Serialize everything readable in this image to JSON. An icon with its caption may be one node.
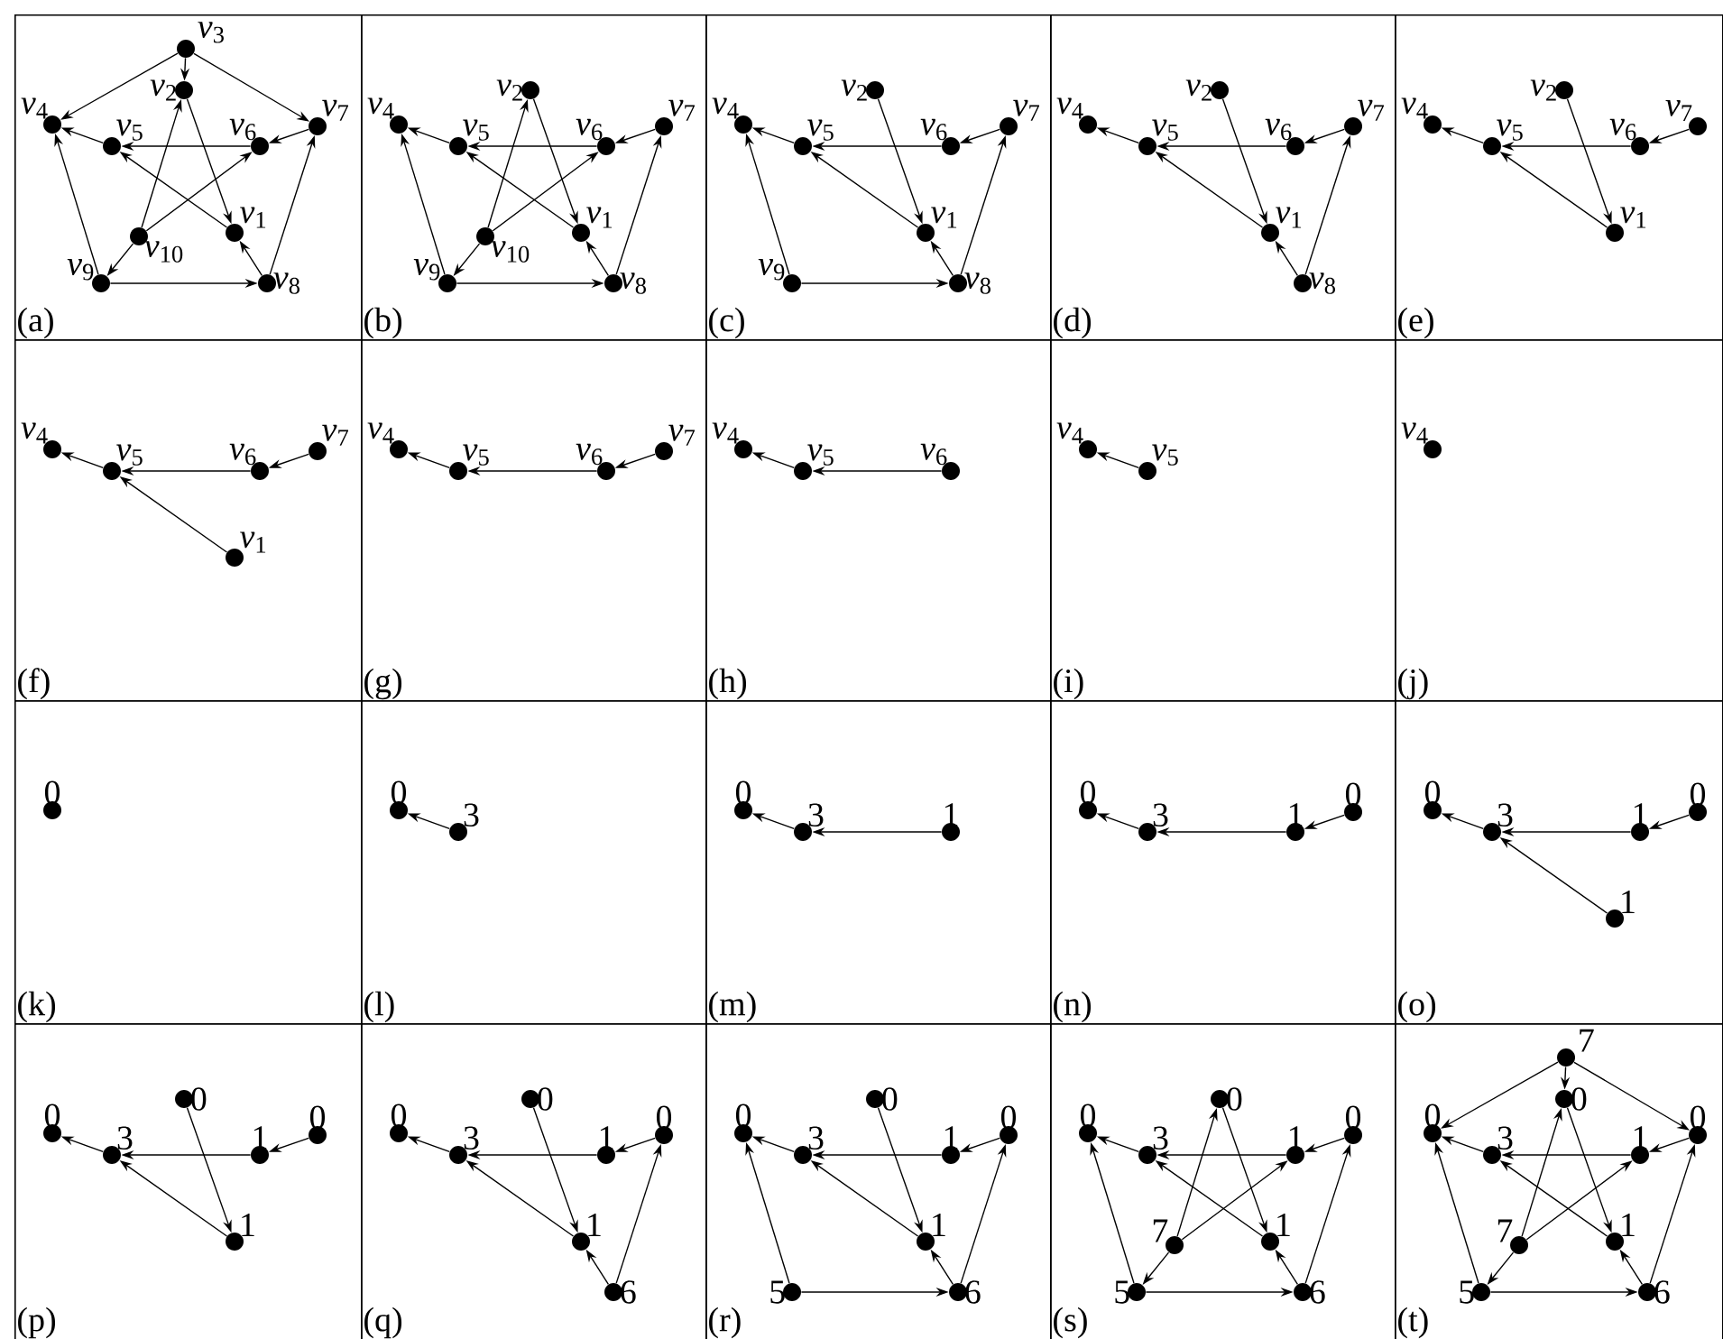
{
  "diagram": {
    "nodes": [
      {
        "text": [
          "(a)"
        ]
      },
      {
        "text": [
          "*v*$_{3}$"
        ],
        "in": 0
      },
      {
        "text": [
          "*v*$_{2}$"
        ],
        "in": 0
      },
      {
        "text": [
          "*v*$_{4}$"
        ],
        "in": 0
      },
      {
        "text": [
          "*v*$_{5}$"
        ],
        "in": 0
      },
      {
        "text": [
          "*v*$_{6}$"
        ],
        "in": 0
      },
      {
        "text": [
          "*v*$_{7}$"
        ],
        "in": 0
      },
      {
        "text": [
          "*v*$_{1}$"
        ],
        "in": 0
      },
      {
        "text": [
          "*v*$_{10}$"
        ],
        "in": 0
      },
      {
        "text": [
          "*v*$_{9}$"
        ],
        "in": 0
      },
      {
        "text": [
          "*v*$_{8}$"
        ],
        "in": 0
      },
      {
        "text": [
          "(b)"
        ]
      },
      {
        "text": [
          "*v*$_{2}$"
        ],
        "in": 11
      },
      {
        "text": [
          "*v*$_{4}$"
        ],
        "in": 11
      },
      {
        "text": [
          "*v*$_{5}$"
        ],
        "in": 11
      },
      {
        "text": [
          "*v*$_{6}$"
        ],
        "in": 11
      },
      {
        "text": [
          "*v*$_{7}$"
        ],
        "in": 11
      },
      {
        "text": [
          "*v*$_{1}$"
        ],
        "in": 11
      },
      {
        "text": [
          "*v*$_{10}$"
        ],
        "in": 11
      },
      {
        "text": [
          "*v*$_{9}$"
        ],
        "in": 11
      },
      {
        "text": [
          "*v*$_{8}$"
        ],
        "in": 11
      },
      {
        "text": [
          "(c)"
        ]
      },
      {
        "text": [
          "*v*$_{2}$"
        ],
        "in": 21
      },
      {
        "text": [
          "*v*$_{4}$"
        ],
        "in": 21
      },
      {
        "text": [
          "*v*$_{5}$"
        ],
        "in": 21
      },
      {
        "text": [
          "*v*$_{6}$"
        ],
        "in": 21
      },
      {
        "text": [
          "*v*$_{7}$"
        ],
        "in": 21
      },
      {
        "text": [
          "*v*$_{1}$"
        ],
        "in": 21
      },
      {
        "text": [
          "*v*$_{9}$"
        ],
        "in": 21
      },
      {
        "text": [
          "*v*$_{8}$"
        ],
        "in": 21
      },
      {
        "text": [
          "(d)"
        ]
      },
      {
        "text": [
          "*v*$_{2}$"
        ],
        "in": 30
      },
      {
        "text": [
          "*v*$_{4}$"
        ],
        "in": 30
      },
      {
        "text": [
          "*v*$_{5}$"
        ],
        "in": 30
      },
      {
        "text": [
          "*v*$_{6}$"
        ],
        "in": 30
      },
      {
        "text": [
          "*v*$_{7}$"
        ],
        "in": 30
      },
      {
        "text": [
          "*v*$_{1}$"
        ],
        "in": 30
      },
      {
        "text": [
          "*v*$_{8}$"
        ],
        "in": 30
      },
      {
        "text": [
          "(e)"
        ]
      },
      {
        "text": [
          "*v*$_{2}$"
        ],
        "in": 38
      },
      {
        "text": [
          "*v*$_{4}$"
        ],
        "in": 38
      },
      {
        "text": [
          "*v*$_{5}$"
        ],
        "in": 38
      },
      {
        "text": [
          "*v*$_{6}$"
        ],
        "in": 38
      },
      {
        "text": [
          "*v*$_{7}$"
        ],
        "in": 38
      },
      {
        "text": [
          "*v*$_{1}$"
        ],
        "in": 38
      },
      {
        "text": [
          "(f)"
        ]
      },
      {
        "text": [
          "*v*$_{4}$"
        ],
        "in": 45
      },
      {
        "text": [
          "*v*$_{5}$"
        ],
        "in": 45
      },
      {
        "text": [
          "*v*$_{6}$"
        ],
        "in": 45
      },
      {
        "text": [
          "*v*$_{7}$"
        ],
        "in": 45
      },
      {
        "text": [
          "*v*$_{1}$"
        ],
        "in": 45
      },
      {
        "text": [
          "(g)"
        ]
      },
      {
        "text": [
          "*v*$_{4}$"
        ],
        "in": 51
      },
      {
        "text": [
          "*v*$_{5}$"
        ],
        "in": 51
      },
      {
        "text": [
          "*v*$_{6}$"
        ],
        "in": 51
      },
      {
        "text": [
          "*v*$_{7}$"
        ],
        "in": 51
      },
      {
        "text": [
          "(h)"
        ]
      },
      {
        "text": [
          "*v*$_{4}$"
        ],
        "in": 56
      },
      {
        "text": [
          "*v*$_{5}$"
        ],
        "in": 56
      },
      {
        "text": [
          "*v*$_{6}$"
        ],
        "in": 56
      },
      {
        "text": [
          "(i)"
        ]
      },
      {
        "text": [
          "*v*$_{4}$"
        ],
        "in": 60
      },
      {
        "text": [
          "*v*$_{5}$"
        ],
        "in": 60
      },
      {
        "text": [
          "(j)"
        ]
      },
      {
        "text": [
          "*v*$_{4}$"
        ],
        "in": 63
      },
      {
        "text": [
          "(k)"
        ]
      },
      {
        "text": [
          "0"
        ],
        "in": 65
      },
      {
        "text": [
          "(l)"
        ]
      },
      {
        "text": [
          "0"
        ],
        "in": 67
      },
      {
        "text": [
          "3"
        ],
        "in": 67
      },
      {
        "text": [
          "(m)"
        ]
      },
      {
        "text": [
          "0"
        ],
        "in": 70
      },
      {
        "text": [
          "3"
        ],
        "in": 70
      },
      {
        "text": [
          "1"
        ],
        "in": 70
      },
      {
        "text": [
          "(n)"
        ]
      },
      {
        "text": [
          "0"
        ],
        "in": 74
      },
      {
        "text": [
          "3"
        ],
        "in": 74
      },
      {
        "text": [
          "1"
        ],
        "in": 74
      },
      {
        "text": [
          "0"
        ],
        "in": 74
      },
      {
        "text": [
          "(o)"
        ]
      },
      {
        "text": [
          "0"
        ],
        "in": 79
      },
      {
        "text": [
          "3"
        ],
        "in": 79
      },
      {
        "text": [
          "1"
        ],
        "in": 79
      },
      {
        "text": [
          "0"
        ],
        "in": 79
      },
      {
        "text": [
          "1"
        ],
        "in": 79
      },
      {
        "text": [
          "(p)"
        ]
      },
      {
        "text": [
          "0"
        ],
        "in": 85
      },
      {
        "text": [
          "0"
        ],
        "in": 85
      },
      {
        "text": [
          "3"
        ],
        "in": 85
      },
      {
        "text": [
          "1"
        ],
        "in": 85
      },
      {
        "text": [
          "0"
        ],
        "in": 85
      },
      {
        "text": [
          "1"
        ],
        "in": 85
      },
      {
        "text": [
          "(q)"
        ]
      },
      {
        "text": [
          "0"
        ],
        "in": 92
      },
      {
        "text": [
          "0"
        ],
        "in": 92
      },
      {
        "text": [
          "3"
        ],
        "in": 92
      },
      {
        "text": [
          "1"
        ],
        "in": 92
      },
      {
        "text": [
          "0"
        ],
        "in": 92
      },
      {
        "text": [
          "1"
        ],
        "in": 92
      },
      {
        "text": [
          "6"
        ],
        "in": 92
      },
      {
        "text": [
          "(r)"
        ]
      },
      {
        "text": [
          "0"
        ],
        "in": 100
      },
      {
        "text": [
          "0"
        ],
        "in": 100
      },
      {
        "text": [
          "3"
        ],
        "in": 100
      },
      {
        "text": [
          "1"
        ],
        "in": 100
      },
      {
        "text": [
          "0"
        ],
        "in": 100
      },
      {
        "text": [
          "1"
        ],
        "in": 100
      },
      {
        "text": [
          "5"
        ],
        "in": 100
      },
      {
        "text": [
          "6"
        ],
        "in": 100
      },
      {
        "text": [
          "(s)"
        ]
      },
      {
        "text": [
          "0"
        ],
        "in": 109
      },
      {
        "text": [
          "0"
        ],
        "in": 109
      },
      {
        "text": [
          "3"
        ],
        "in": 109
      },
      {
        "text": [
          "1"
        ],
        "in": 109
      },
      {
        "text": [
          "0"
        ],
        "in": 109
      },
      {
        "text": [
          "1"
        ],
        "in": 109
      },
      {
        "text": [
          "7"
        ],
        "in": 109
      },
      {
        "text": [
          "5"
        ],
        "in": 109
      },
      {
        "text": [
          "6"
        ],
        "in": 109
      },
      {
        "text": [
          "(t)"
        ]
      },
      {
        "text": [
          "7"
        ],
        "in": 119
      },
      {
        "text": [
          "0"
        ],
        "in": 119
      },
      {
        "text": [
          "0"
        ],
        "in": 119
      },
      {
        "text": [
          "3"
        ],
        "in": 119
      },
      {
        "text": [
          "1"
        ],
        "in": 119
      },
      {
        "text": [
          "0"
        ],
        "in": 119
      },
      {
        "text": [
          "1"
        ],
        "in": 119
      },
      {
        "text": [
          "7"
        ],
        "in": 119
      },
      {
        "text": [
          "5"
        ],
        "in": 119
      },
      {
        "text": [
          "6"
        ],
        "in": 119
      }
    ],
    "edges": [
      {
        "from": 1,
        "to": 3,
        "arrow": "to"
      },
      {
        "from": 1,
        "to": 2,
        "arrow": "to"
      },
      {
        "from": 1,
        "to": 6,
        "arrow": "to"
      },
      {
        "from": 2,
        "to": 7,
        "arrow": "to"
      },
      {
        "from": 8,
        "to": 2,
        "arrow": "to"
      },
      {
        "from": 4,
        "to": 3,
        "arrow": "to"
      },
      {
        "from": 5,
        "to": 4,
        "arrow": "to"
      },
      {
        "from": 6,
        "to": 5,
        "arrow": "to"
      },
      {
        "from": 7,
        "to": 4,
        "arrow": "to"
      },
      {
        "from": 8,
        "to": 5,
        "arrow": "to"
      },
      {
        "from": 8,
        "to": 9,
        "arrow": "to"
      },
      {
        "from": 9,
        "to": 3,
        "arrow": "to"
      },
      {
        "from": 9,
        "to": 10,
        "arrow": "to"
      },
      {
        "from": 10,
        "to": 7,
        "arrow": "to"
      },
      {
        "from": 10,
        "to": 6,
        "arrow": "to"
      },
      {
        "from": 12,
        "to": 17,
        "arrow": "to"
      },
      {
        "from": 18,
        "to": 12,
        "arrow": "to"
      },
      {
        "from": 14,
        "to": 13,
        "arrow": "to"
      },
      {
        "from": 15,
        "to": 14,
        "arrow": "to"
      },
      {
        "from": 16,
        "to": 15,
        "arrow": "to"
      },
      {
        "from": 17,
        "to": 14,
        "arrow": "to"
      },
      {
        "from": 18,
        "to": 15,
        "arrow": "to"
      },
      {
        "from": 18,
        "to": 19,
        "arrow": "to"
      },
      {
        "from": 19,
        "to": 13,
        "arrow": "to"
      },
      {
        "from": 19,
        "to": 20,
        "arrow": "to"
      },
      {
        "from": 20,
        "to": 17,
        "arrow": "to"
      },
      {
        "from": 20,
        "to": 16,
        "arrow": "to"
      },
      {
        "from": 22,
        "to": 27,
        "arrow": "to"
      },
      {
        "from": 24,
        "to": 23,
        "arrow": "to"
      },
      {
        "from": 25,
        "to": 24,
        "arrow": "to"
      },
      {
        "from": 26,
        "to": 25,
        "arrow": "to"
      },
      {
        "from": 27,
        "to": 24,
        "arrow": "to"
      },
      {
        "from": 28,
        "to": 23,
        "arrow": "to"
      },
      {
        "from": 28,
        "to": 29,
        "arrow": "to"
      },
      {
        "from": 29,
        "to": 27,
        "arrow": "to"
      },
      {
        "from": 29,
        "to": 26,
        "arrow": "to"
      },
      {
        "from": 31,
        "to": 36,
        "arrow": "to"
      },
      {
        "from": 33,
        "to": 32,
        "arrow": "to"
      },
      {
        "from": 34,
        "to": 33,
        "arrow": "to"
      },
      {
        "from": 35,
        "to": 34,
        "arrow": "to"
      },
      {
        "from": 36,
        "to": 33,
        "arrow": "to"
      },
      {
        "from": 37,
        "to": 36,
        "arrow": "to"
      },
      {
        "from": 37,
        "to": 35,
        "arrow": "to"
      },
      {
        "from": 39,
        "to": 44,
        "arrow": "to"
      },
      {
        "from": 41,
        "to": 40,
        "arrow": "to"
      },
      {
        "from": 42,
        "to": 41,
        "arrow": "to"
      },
      {
        "from": 43,
        "to": 42,
        "arrow": "to"
      },
      {
        "from": 44,
        "to": 41,
        "arrow": "to"
      },
      {
        "from": 47,
        "to": 46,
        "arrow": "to"
      },
      {
        "from": 48,
        "to": 47,
        "arrow": "to"
      },
      {
        "from": 49,
        "to": 48,
        "arrow": "to"
      },
      {
        "from": 50,
        "to": 47,
        "arrow": "to"
      },
      {
        "from": 53,
        "to": 52,
        "arrow": "to"
      },
      {
        "from": 54,
        "to": 53,
        "arrow": "to"
      },
      {
        "from": 55,
        "to": 54,
        "arrow": "to"
      },
      {
        "from": 58,
        "to": 57,
        "arrow": "to"
      },
      {
        "from": 59,
        "to": 58,
        "arrow": "to"
      },
      {
        "from": 62,
        "to": 61,
        "arrow": "to"
      },
      {
        "from": 69,
        "to": 68,
        "arrow": "to"
      },
      {
        "from": 72,
        "to": 71,
        "arrow": "to"
      },
      {
        "from": 73,
        "to": 72,
        "arrow": "to"
      },
      {
        "from": 76,
        "to": 75,
        "arrow": "to"
      },
      {
        "from": 77,
        "to": 76,
        "arrow": "to"
      },
      {
        "from": 78,
        "to": 77,
        "arrow": "to"
      },
      {
        "from": 81,
        "to": 80,
        "arrow": "to"
      },
      {
        "from": 82,
        "to": 81,
        "arrow": "to"
      },
      {
        "from": 83,
        "to": 82,
        "arrow": "to"
      },
      {
        "from": 84,
        "to": 81,
        "arrow": "to"
      },
      {
        "from": 86,
        "to": 91,
        "arrow": "to"
      },
      {
        "from": 88,
        "to": 87,
        "arrow": "to"
      },
      {
        "from": 89,
        "to": 88,
        "arrow": "to"
      },
      {
        "from": 90,
        "to": 89,
        "arrow": "to"
      },
      {
        "from": 91,
        "to": 88,
        "arrow": "to"
      },
      {
        "from": 93,
        "to": 98,
        "arrow": "to"
      },
      {
        "from": 95,
        "to": 94,
        "arrow": "to"
      },
      {
        "from": 96,
        "to": 95,
        "arrow": "to"
      },
      {
        "from": 97,
        "to": 96,
        "arrow": "to"
      },
      {
        "from": 98,
        "to": 95,
        "arrow": "to"
      },
      {
        "from": 99,
        "to": 98,
        "arrow": "to"
      },
      {
        "from": 99,
        "to": 97,
        "arrow": "to"
      },
      {
        "from": 101,
        "to": 106,
        "arrow": "to"
      },
      {
        "from": 103,
        "to": 102,
        "arrow": "to"
      },
      {
        "from": 104,
        "to": 103,
        "arrow": "to"
      },
      {
        "from": 105,
        "to": 104,
        "arrow": "to"
      },
      {
        "from": 106,
        "to": 103,
        "arrow": "to"
      },
      {
        "from": 107,
        "to": 102,
        "arrow": "to"
      },
      {
        "from": 107,
        "to": 108,
        "arrow": "to"
      },
      {
        "from": 108,
        "to": 106,
        "arrow": "to"
      },
      {
        "from": 108,
        "to": 105,
        "arrow": "to"
      },
      {
        "from": 110,
        "to": 115,
        "arrow": "to"
      },
      {
        "from": 116,
        "to": 110,
        "arrow": "to"
      },
      {
        "from": 112,
        "to": 111,
        "arrow": "to"
      },
      {
        "from": 113,
        "to": 112,
        "arrow": "to"
      },
      {
        "from": 114,
        "to": 113,
        "arrow": "to"
      },
      {
        "from": 115,
        "to": 112,
        "arrow": "to"
      },
      {
        "from": 116,
        "to": 113,
        "arrow": "to"
      },
      {
        "from": 116,
        "to": 117,
        "arrow": "to"
      },
      {
        "from": 117,
        "to": 111,
        "arrow": "to"
      },
      {
        "from": 117,
        "to": 118,
        "arrow": "to"
      },
      {
        "from": 118,
        "to": 115,
        "arrow": "to"
      },
      {
        "from": 118,
        "to": 114,
        "arrow": "to"
      },
      {
        "from": 120,
        "to": 122,
        "arrow": "to"
      },
      {
        "from": 120,
        "to": 121,
        "arrow": "to"
      },
      {
        "from": 120,
        "to": 125,
        "arrow": "to"
      },
      {
        "from": 121,
        "to": 126,
        "arrow": "to"
      },
      {
        "from": 127,
        "to": 121,
        "arrow": "to"
      },
      {
        "from": 123,
        "to": 122,
        "arrow": "to"
      },
      {
        "from": 124,
        "to": 123,
        "arrow": "to"
      },
      {
        "from": 125,
        "to": 124,
        "arrow": "to"
      },
      {
        "from": 126,
        "to": 123,
        "arrow": "to"
      },
      {
        "from": 127,
        "to": 124,
        "arrow": "to"
      },
      {
        "from": 127,
        "to": 128,
        "arrow": "to"
      },
      {
        "from": 128,
        "to": 122,
        "arrow": "to"
      },
      {
        "from": 128,
        "to": 129,
        "arrow": "to"
      },
      {
        "from": 129,
        "to": 126,
        "arrow": "to"
      },
      {
        "from": 129,
        "to": 125,
        "arrow": "to"
      }
    ]
  }
}
